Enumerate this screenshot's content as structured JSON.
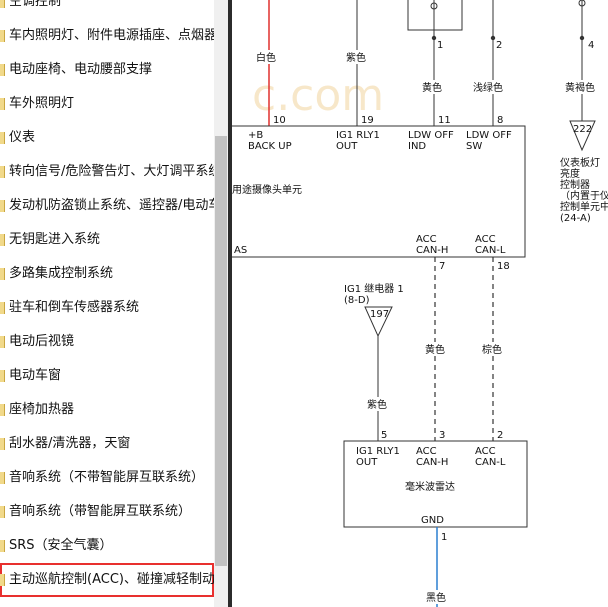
{
  "sidebar": {
    "items": [
      {
        "label": "空调控制"
      },
      {
        "label": "车内照明灯、附件电源插座、点烟器"
      },
      {
        "label": "电动座椅、电动腰部支撑"
      },
      {
        "label": "车外照明灯"
      },
      {
        "label": "仪表"
      },
      {
        "label": "转向信号/危险警告灯、大灯调平系统"
      },
      {
        "label": "发动机防盗锁止系统、遥控器/电动车"
      },
      {
        "label": "无钥匙进入系统"
      },
      {
        "label": "多路集成控制系统"
      },
      {
        "label": "驻车和倒车传感器系统"
      },
      {
        "label": "电动后视镜"
      },
      {
        "label": "电动车窗"
      },
      {
        "label": "座椅加热器"
      },
      {
        "label": "刮水器/清洗器，天窗"
      },
      {
        "label": "音响系统（不带智能屏互联系统）"
      },
      {
        "label": "音响系统（带智能屏互联系统）"
      },
      {
        "label": "SRS（安全气囊）"
      },
      {
        "label": "主动巡航控制(ACC)、碰撞减轻制动"
      }
    ],
    "selected_index": 17
  },
  "diagram": {
    "wires_top": {
      "white": "白色",
      "purple": "紫色",
      "yellow": "黄色",
      "light_green": "浅绿色",
      "yellow_brown": "黄褐色"
    },
    "switch_pins": {
      "pin1": "1",
      "pin2": "2",
      "pin4": "4"
    },
    "camera_unit": {
      "pin_numbers": {
        "p10": "10",
        "p19": "19",
        "p11": "11",
        "p8": "8",
        "p7": "7",
        "p18": "18"
      },
      "backup_line1": "+B",
      "backup_line2": "BACK UP",
      "ig1_line1": "IG1 RLY1",
      "ig1_line2": "OUT",
      "ldw_ind_line1": "LDW OFF",
      "ldw_ind_line2": "IND",
      "ldw_sw_line1": "LDW OFF",
      "ldw_sw_line2": "SW",
      "name": "用途摄像头单元",
      "as_label": "AS",
      "acc_h_line1": "ACC",
      "acc_h_line2": "CAN-H",
      "acc_l_line1": "ACC",
      "acc_l_line2": "CAN-L"
    },
    "ig1_relay": {
      "line1": "IG1 继电器 1",
      "line2": "(8-D)",
      "ref": "197"
    },
    "can_wires": {
      "yellow": "黄色",
      "brown": "棕色"
    },
    "relay_wire": "紫色",
    "radar_unit": {
      "pin_numbers": {
        "p5": "5",
        "p3": "3",
        "p2": "2",
        "p1": "1"
      },
      "ig1_line1": "IG1 RLY1",
      "ig1_line2": "OUT",
      "acc_h_line1": "ACC",
      "acc_h_line2": "CAN-H",
      "acc_l_line1": "ACC",
      "acc_l_line2": "CAN-L",
      "name": "毫米波雷达",
      "gnd": "GND"
    },
    "ground_wire": "黑色",
    "dash_light": {
      "ref": "222",
      "line1": "仪表板灯",
      "line2": "亮度",
      "line3": "控制器",
      "line4": "（内置于仪",
      "line5": "控制单元中",
      "line6": "(24-A)"
    },
    "watermark": "c.com",
    "colors": {
      "wire_red": "#e0312e",
      "wire_blue": "#2a7fd0",
      "highlight": "#e8302e"
    }
  }
}
